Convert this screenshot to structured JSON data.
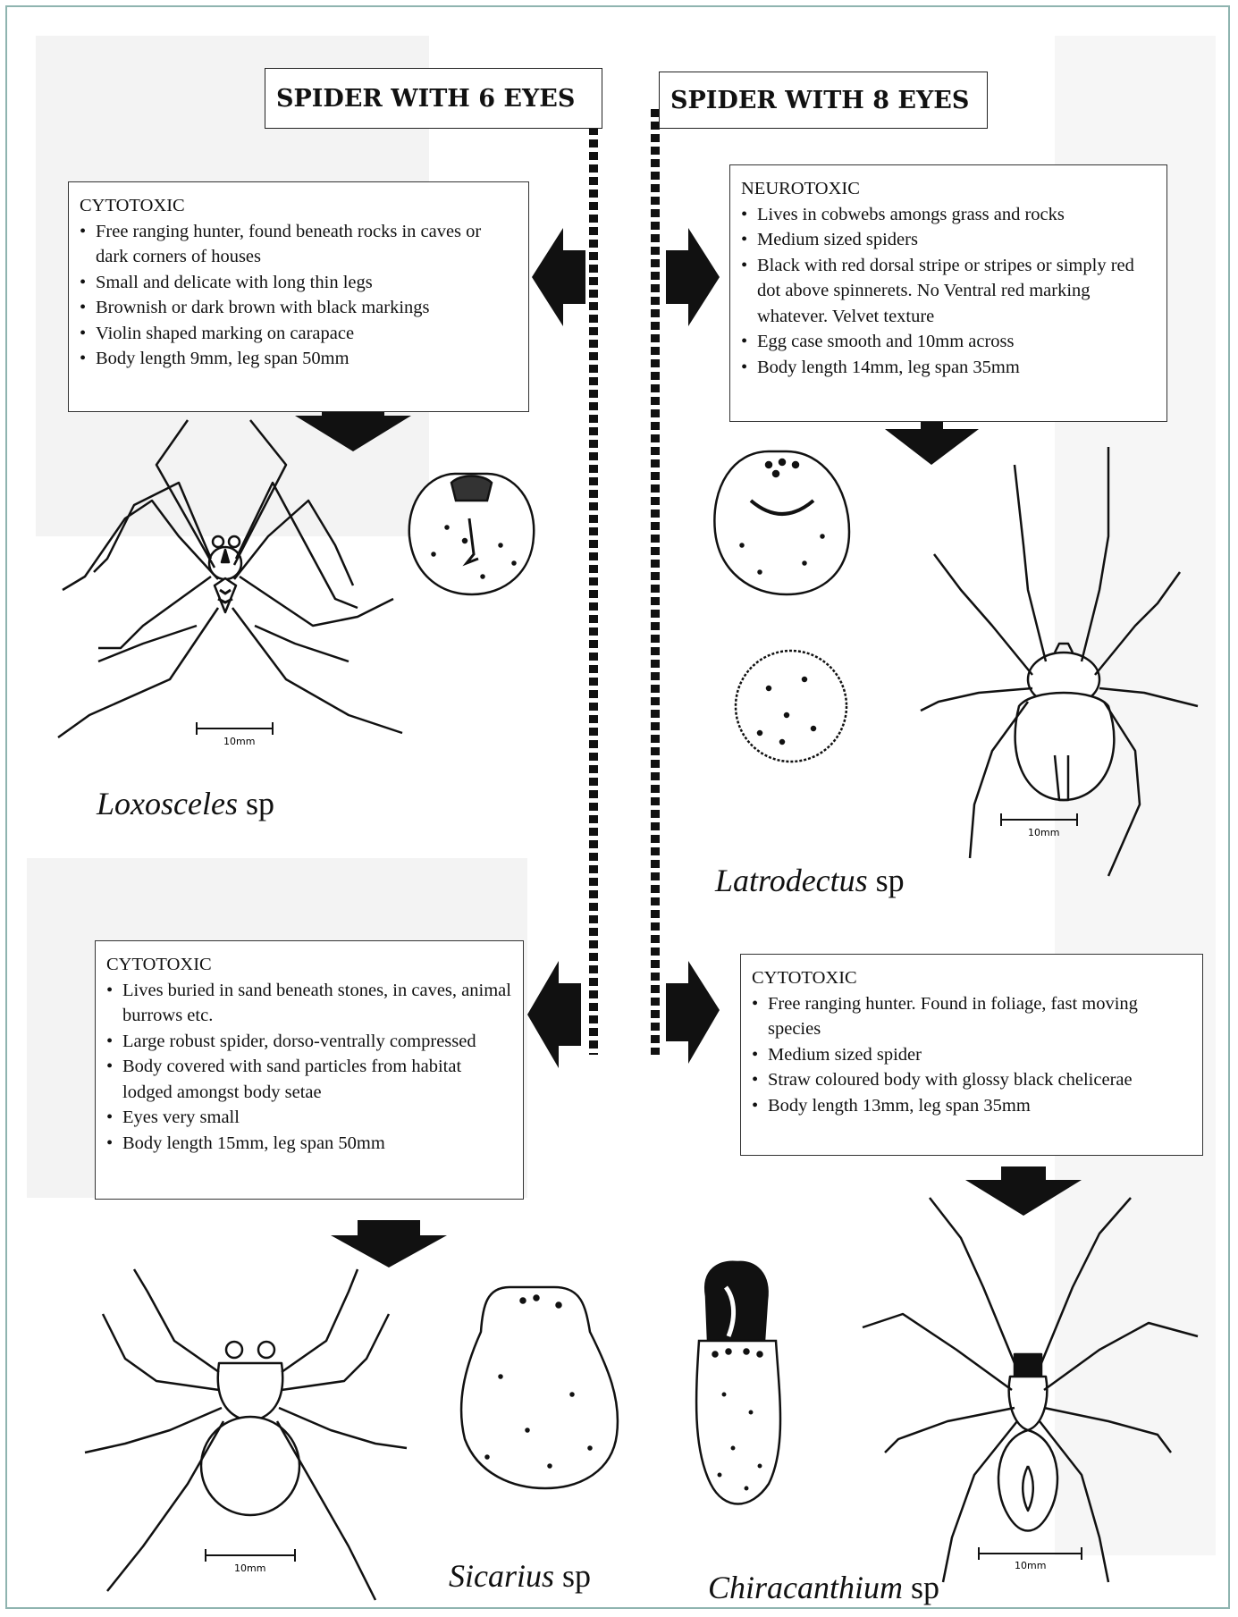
{
  "headers": {
    "six_eyes": "SPIDER WITH 6 EYES",
    "eight_eyes": "SPIDER WITH 8 EYES"
  },
  "boxes": {
    "loxosceles": {
      "type": "CYTOTOXIC",
      "items": [
        "Free ranging hunter, found beneath rocks in caves or dark corners of houses",
        "Small and delicate with long thin legs",
        "Brownish or dark brown with black markings",
        "Violin shaped marking on carapace",
        "Body length 9mm, leg span 50mm"
      ]
    },
    "latrodectus": {
      "type": "NEUROTOXIC",
      "items": [
        "Lives in cobwebs amongs grass and rocks",
        "Medium sized spiders",
        "Black with red dorsal stripe or stripes or simply red dot above spinnerets. No Ventral red marking whatever. Velvet texture",
        "Egg case smooth and 10mm across",
        "Body length 14mm, leg span 35mm"
      ]
    },
    "sicarius": {
      "type": "CYTOTOXIC",
      "items": [
        "Lives buried in sand beneath stones, in caves, animal burrows etc.",
        "Large robust spider, dorso-ventrally compressed",
        "Body covered with sand  particles from habitat lodged amongst body setae",
        "Eyes very small",
        "Body length 15mm, leg span 50mm"
      ]
    },
    "chiracanthium": {
      "type": "CYTOTOXIC",
      "items": [
        "Free ranging hunter. Found in foliage, fast moving species",
        "Medium sized spider",
        "Straw coloured body with glossy black chelicerae",
        "Body length 13mm, leg span 35mm"
      ]
    }
  },
  "species": {
    "loxosceles": {
      "genus": "Loxosceles",
      "suffix": " sp"
    },
    "latrodectus": {
      "genus": "Latrodectus",
      "suffix": " sp"
    },
    "sicarius": {
      "genus": "Sicarius",
      "suffix": " sp"
    },
    "chiracanthium": {
      "genus": "Chiracanthium",
      "suffix": " sp"
    }
  },
  "scale_label": "10mm"
}
